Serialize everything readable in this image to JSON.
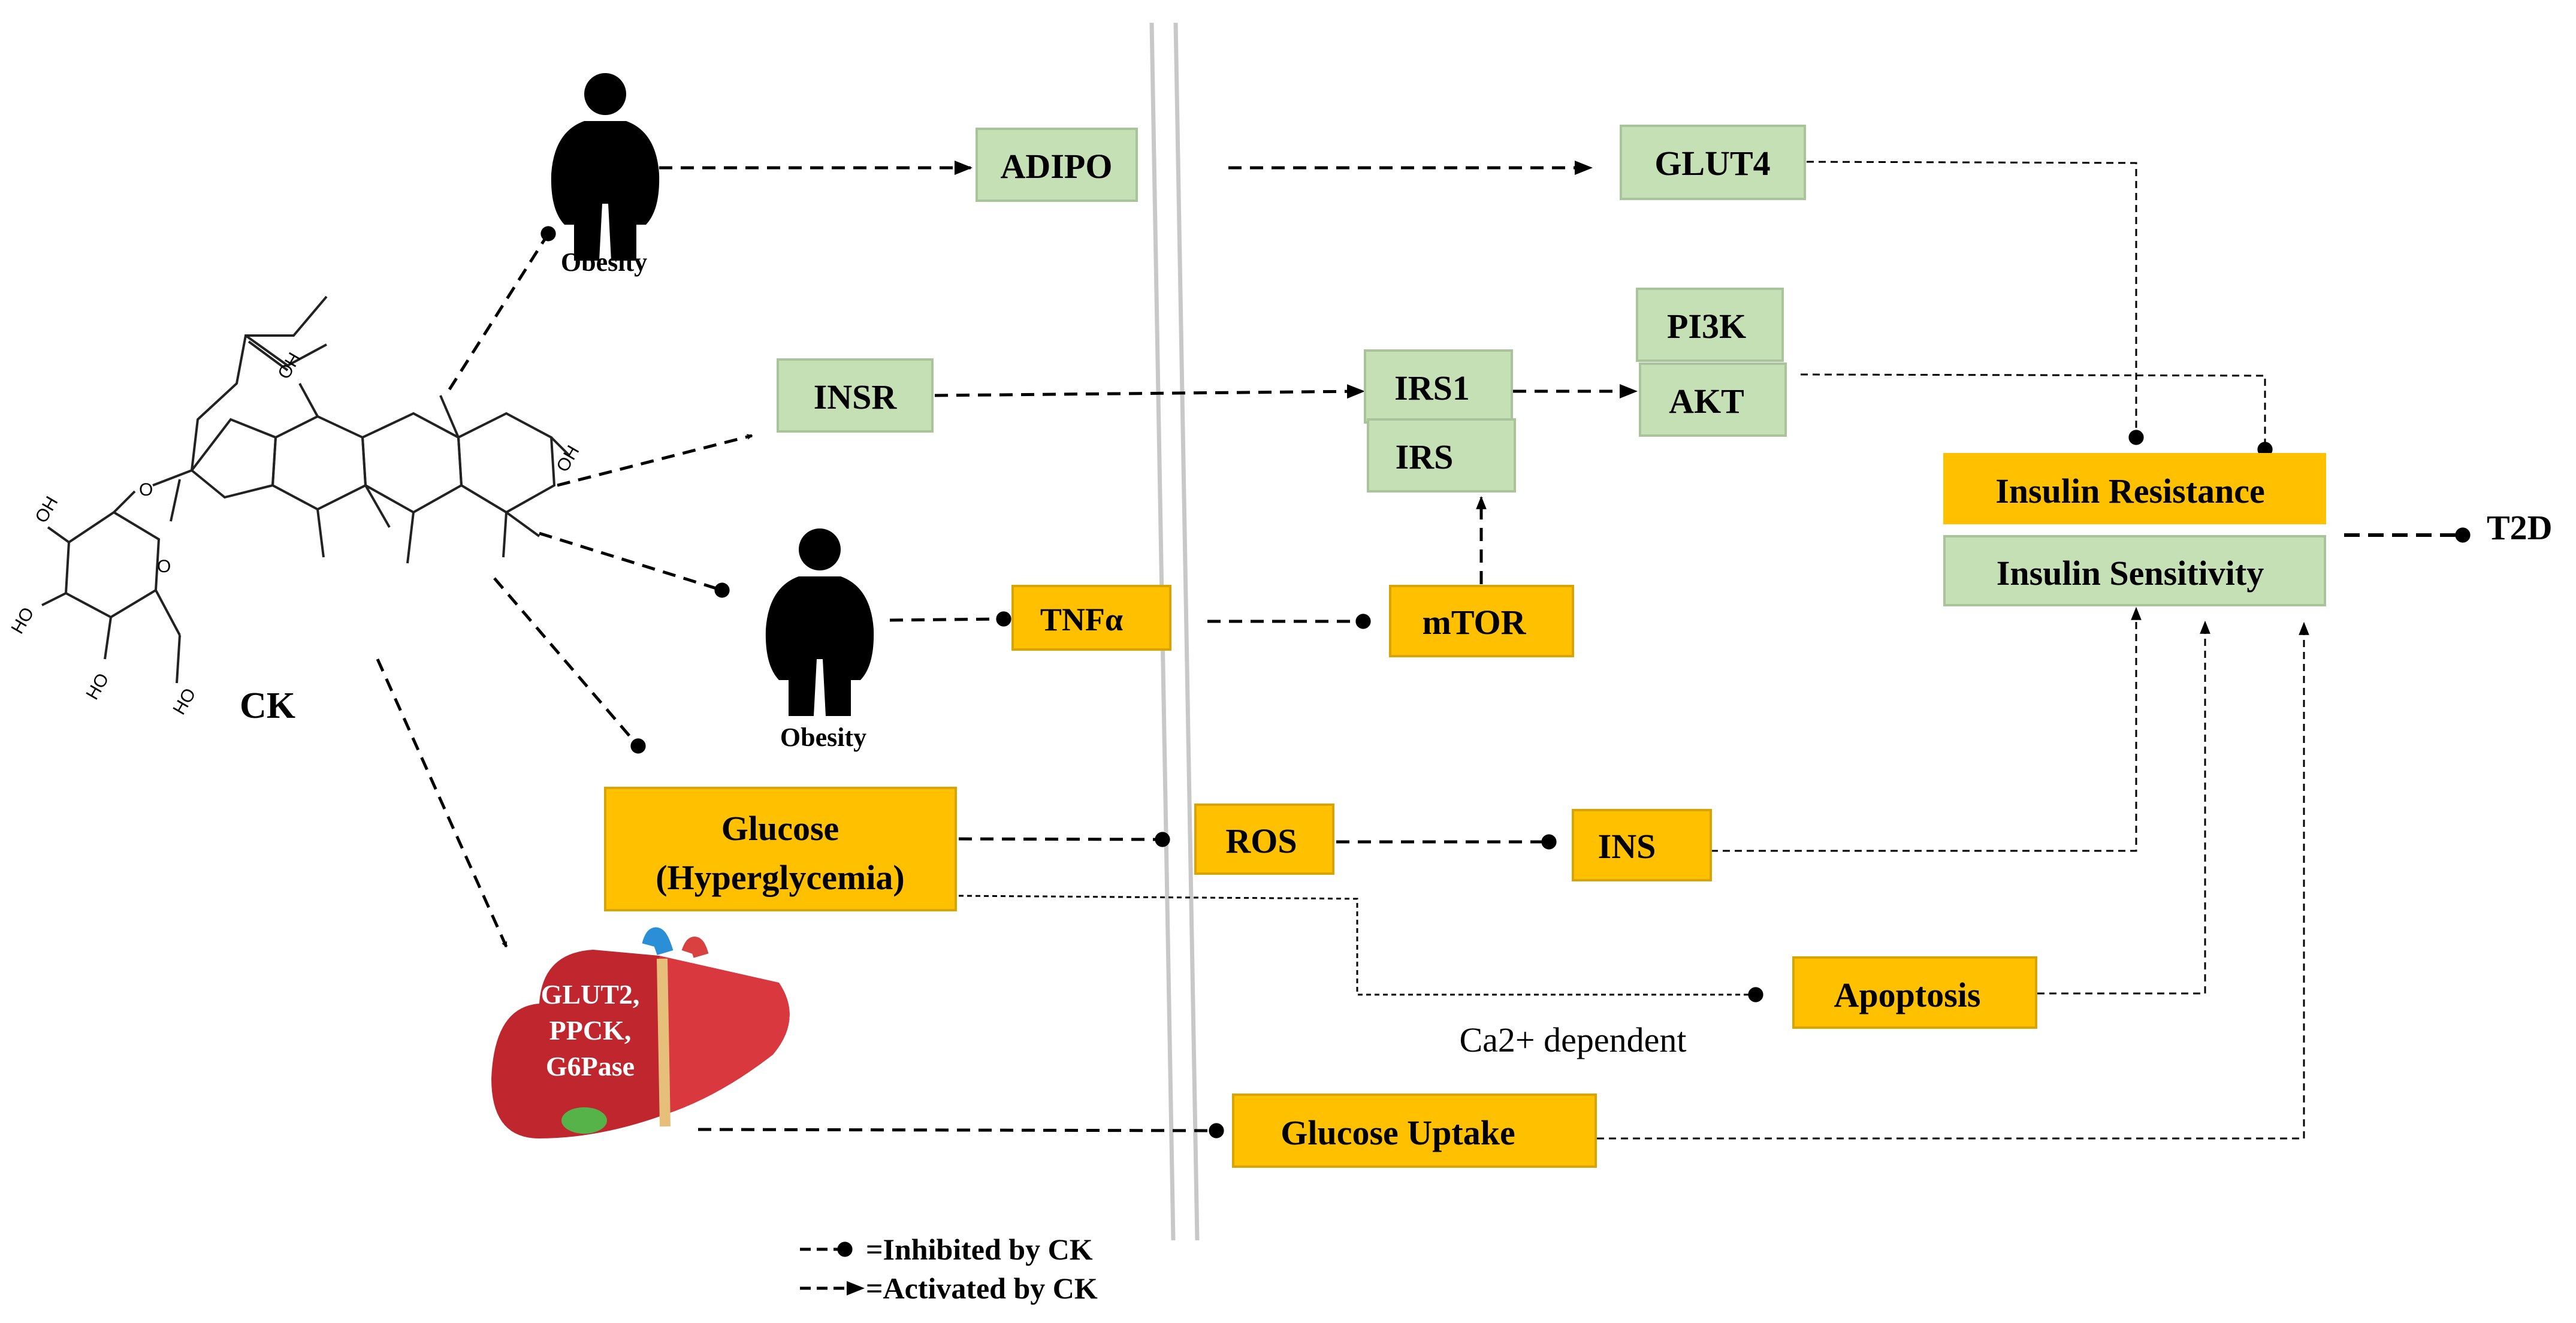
{
  "compound": {
    "label": "CK",
    "hydroxyl": "OH",
    "hydroxyl_alt": "HO"
  },
  "obesity_top": {
    "label": "Obesity"
  },
  "obesity_mid": {
    "label": "Obesity"
  },
  "nodes": {
    "adipo": "ADIPO",
    "glut4": "GLUT4",
    "insr": "INSR",
    "irs1": "IRS1",
    "irs": "IRS",
    "pi3k": "PI3K",
    "akt": "AKT",
    "tnfa": "TNFα",
    "mtor": "mTOR",
    "glucose_line1": "Glucose",
    "glucose_line2": "(Hyperglycemia)",
    "ros": "ROS",
    "ins": "INS",
    "insulin_resistance": "Insulin Resistance",
    "insulin_sensitivity": "Insulin Sensitivity",
    "t2d": "T2D",
    "apoptosis": "Apoptosis",
    "glucose_uptake": "Glucose Uptake"
  },
  "annotations": {
    "ca_dependent": "Ca2+ dependent"
  },
  "liver": {
    "line1": "GLUT2,",
    "line2": "PPCK,",
    "line3": "G6Pase"
  },
  "legend": {
    "inhibited": "=Inhibited by CK",
    "activated": "=Activated by CK"
  },
  "colors": {
    "green_box": "#c5e0b4",
    "green_border": "#a9c49a",
    "orange_box": "#ffc000",
    "orange_border": "#d9a300",
    "liver_red": "#c0262e",
    "membrane": "#c8c8c8"
  }
}
